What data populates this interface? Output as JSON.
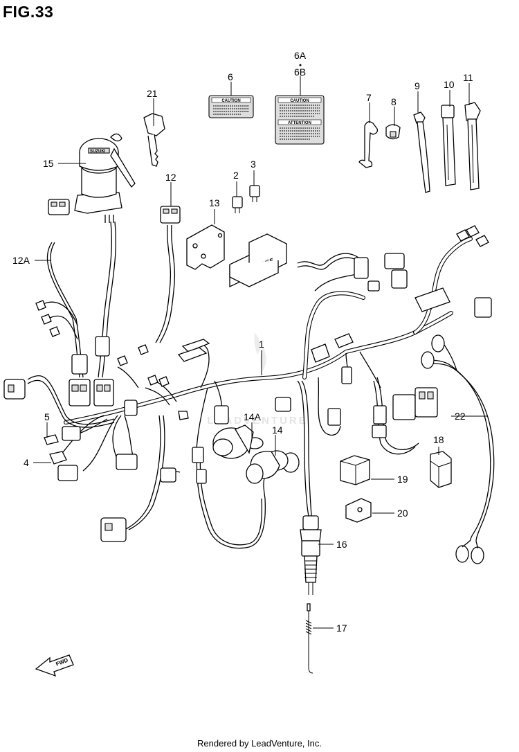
{
  "figure": {
    "title": "FIG.33"
  },
  "footer": {
    "text": "Rendered by LeadVenture, Inc."
  },
  "watermark": {
    "text": "LEADVENTURE"
  },
  "fwd_arrow": {
    "label": "FWD"
  },
  "labels": {
    "caution_text": "CAUTION",
    "attention_text": "ATTENTION",
    "fuse_text": "FUSE",
    "key_brand": "SUZUKI"
  },
  "callouts": [
    {
      "id": "1"
    },
    {
      "id": "2"
    },
    {
      "id": "3"
    },
    {
      "id": "4"
    },
    {
      "id": "5"
    },
    {
      "id": "6"
    },
    {
      "id": "6A"
    },
    {
      "id": "6B"
    },
    {
      "id": "7"
    },
    {
      "id": "8"
    },
    {
      "id": "9"
    },
    {
      "id": "10"
    },
    {
      "id": "11"
    },
    {
      "id": "12"
    },
    {
      "id": "12A"
    },
    {
      "id": "13"
    },
    {
      "id": "14"
    },
    {
      "id": "14A"
    },
    {
      "id": "15"
    },
    {
      "id": "16"
    },
    {
      "id": "17"
    },
    {
      "id": "18"
    },
    {
      "id": "19"
    },
    {
      "id": "20"
    },
    {
      "id": "21"
    },
    {
      "id": "22"
    }
  ]
}
